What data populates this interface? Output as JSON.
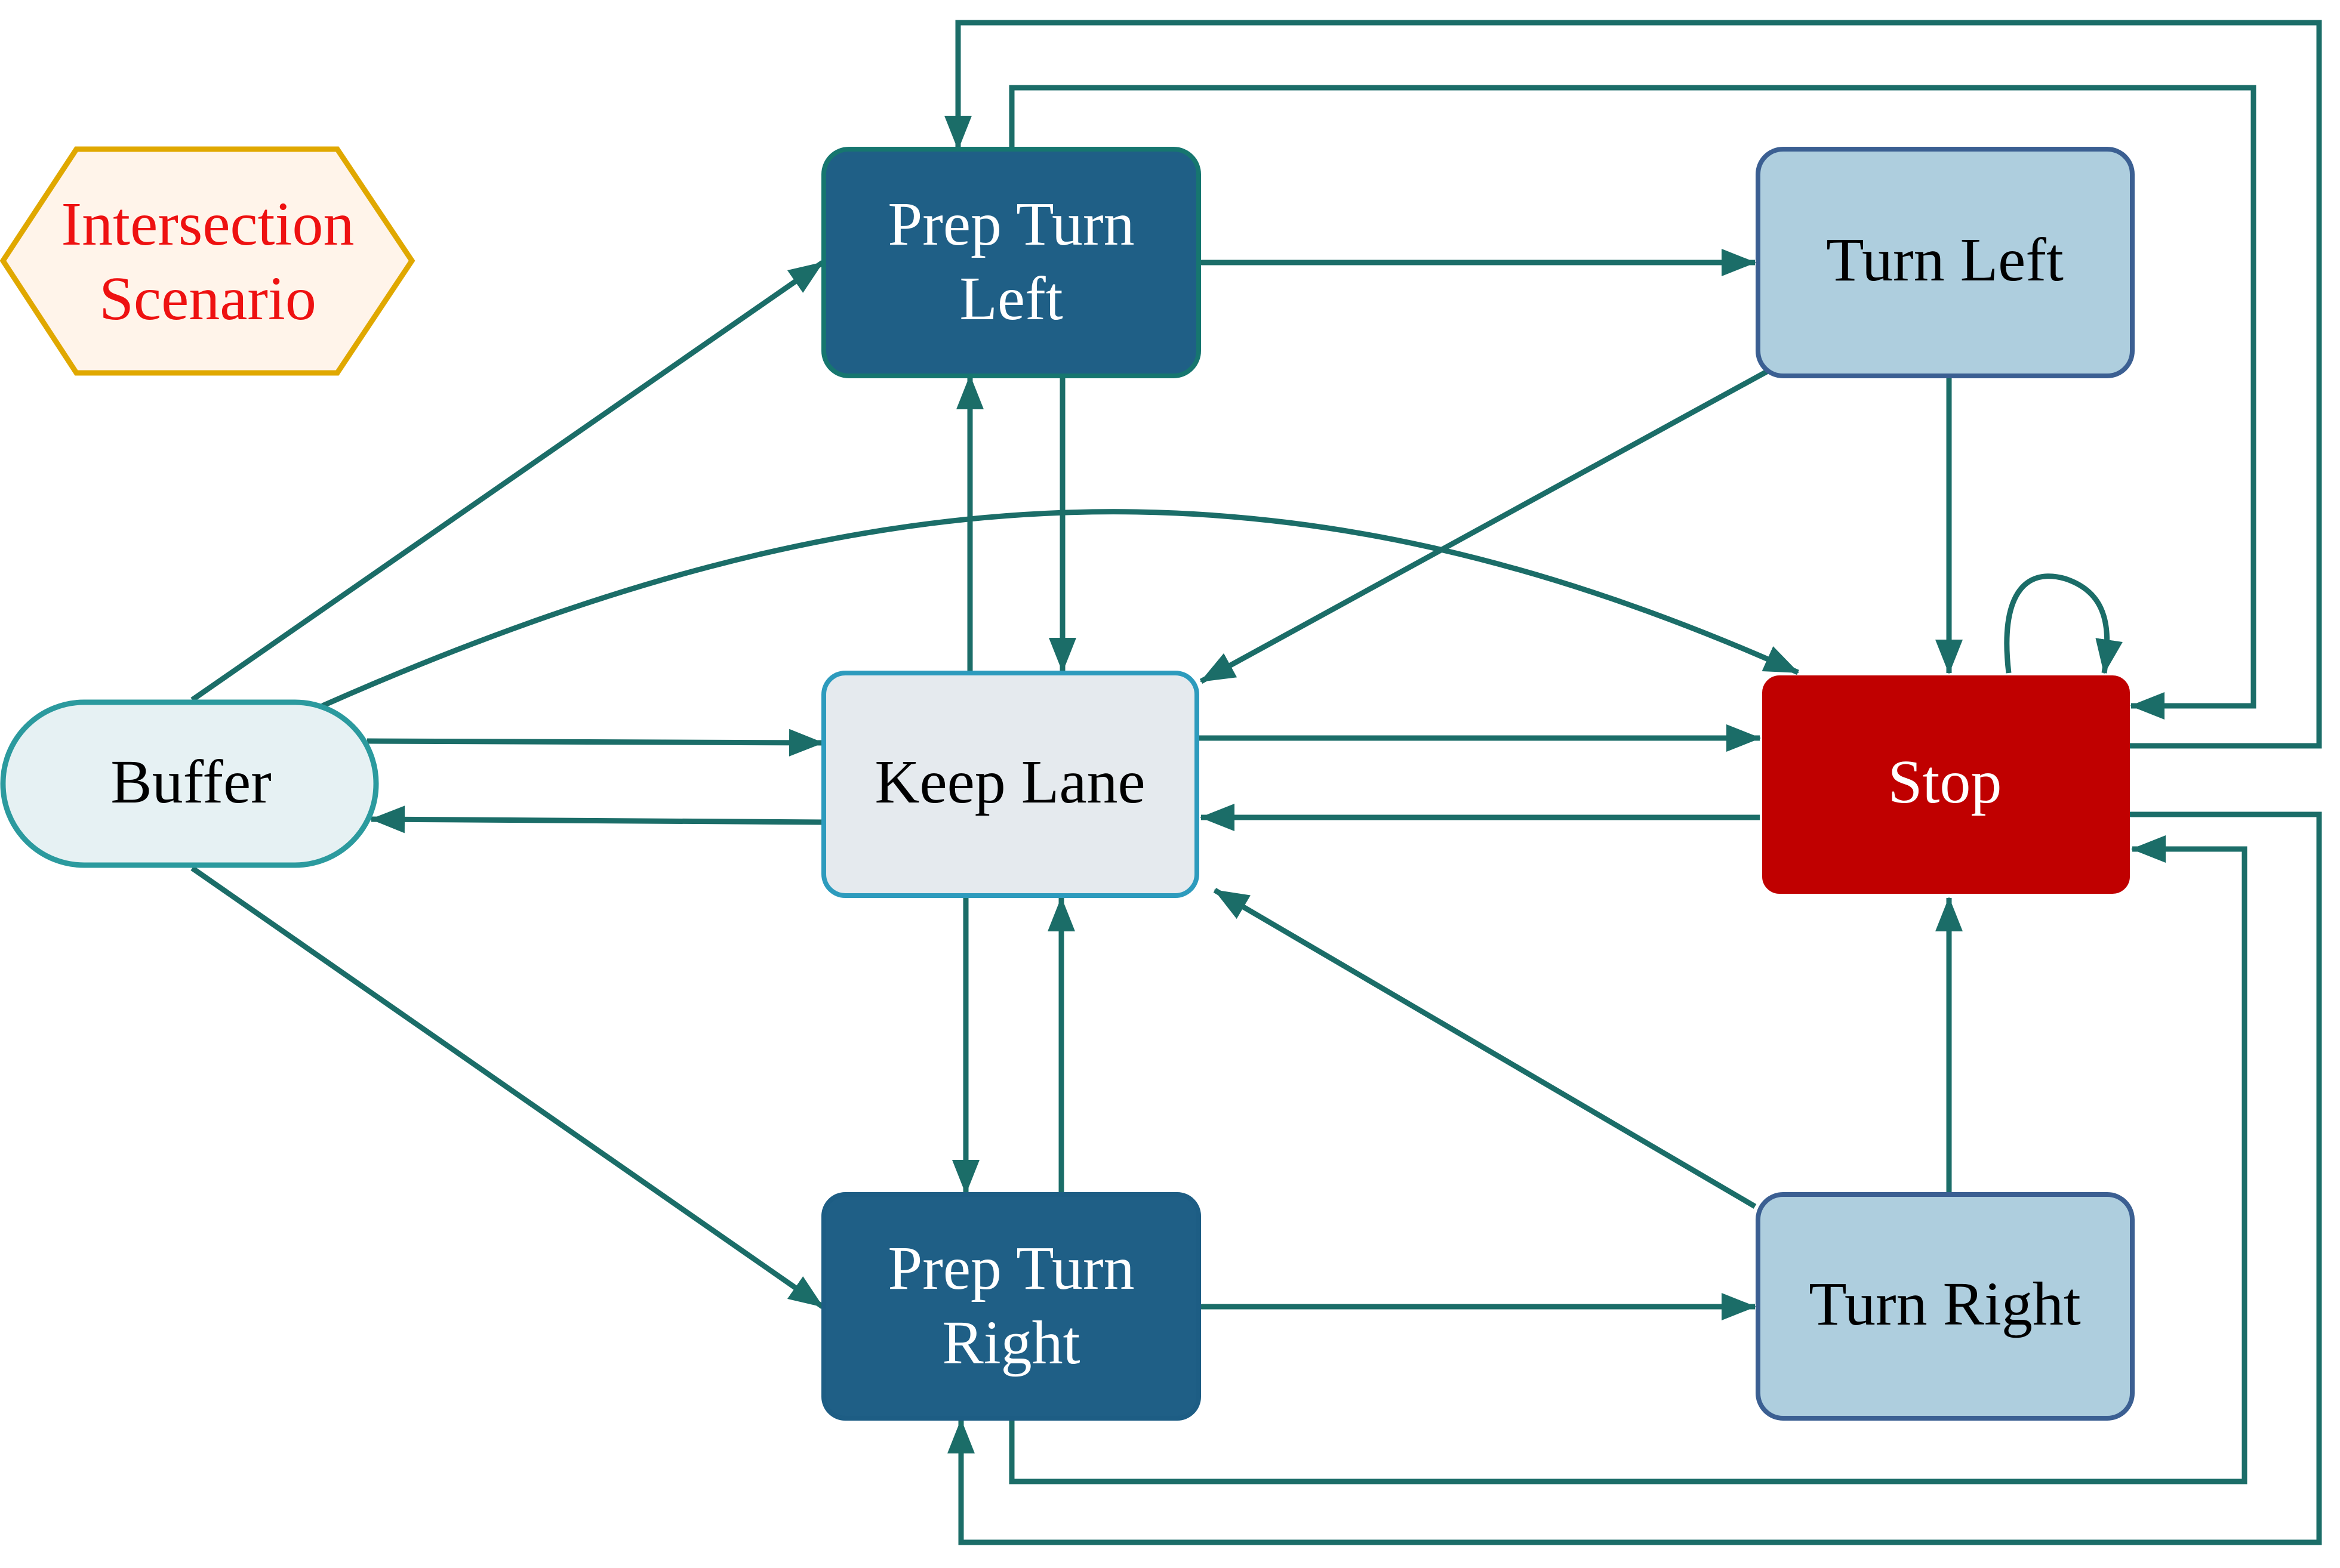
{
  "scenario": {
    "line1": "Intersection",
    "line2": "Scenario",
    "text_color": "#ee1111",
    "fill": "#fff4ea",
    "stroke": "#e0a800"
  },
  "nodes": {
    "prep_turn_left": {
      "line1": "Prep Turn",
      "line2": "Left"
    },
    "turn_left": {
      "label": "Turn Left"
    },
    "buffer": {
      "label": "Buffer"
    },
    "keep_lane": {
      "label": "Keep Lane"
    },
    "stop": {
      "label": "Stop"
    },
    "prep_turn_right": {
      "line1": "Prep Turn",
      "line2": "Right"
    },
    "turn_right": {
      "label": "Turn Right"
    }
  },
  "edges": [
    "buffer→prep_turn_left",
    "buffer→keep_lane",
    "buffer→prep_turn_right",
    "buffer→stop",
    "keep_lane→buffer",
    "keep_lane→prep_turn_left",
    "prep_turn_left→keep_lane",
    "keep_lane→prep_turn_right",
    "prep_turn_right→keep_lane",
    "keep_lane→stop",
    "stop→keep_lane",
    "prep_turn_left→turn_left",
    "turn_left→stop",
    "turn_left→keep_lane",
    "prep_turn_right→turn_right",
    "turn_right→stop",
    "turn_right→keep_lane",
    "stop→stop",
    "prep_turn_left→stop",
    "stop→prep_turn_left",
    "prep_turn_right→stop",
    "stop→prep_turn_right"
  ],
  "colors": {
    "edge": "#1b6d68",
    "dark_node_fill": "#1f5f86",
    "light_node_fill": "#aecede",
    "keep_lane_fill": "#e5eaee",
    "buffer_fill": "#e6f1f3",
    "stop_fill": "#c00000"
  }
}
